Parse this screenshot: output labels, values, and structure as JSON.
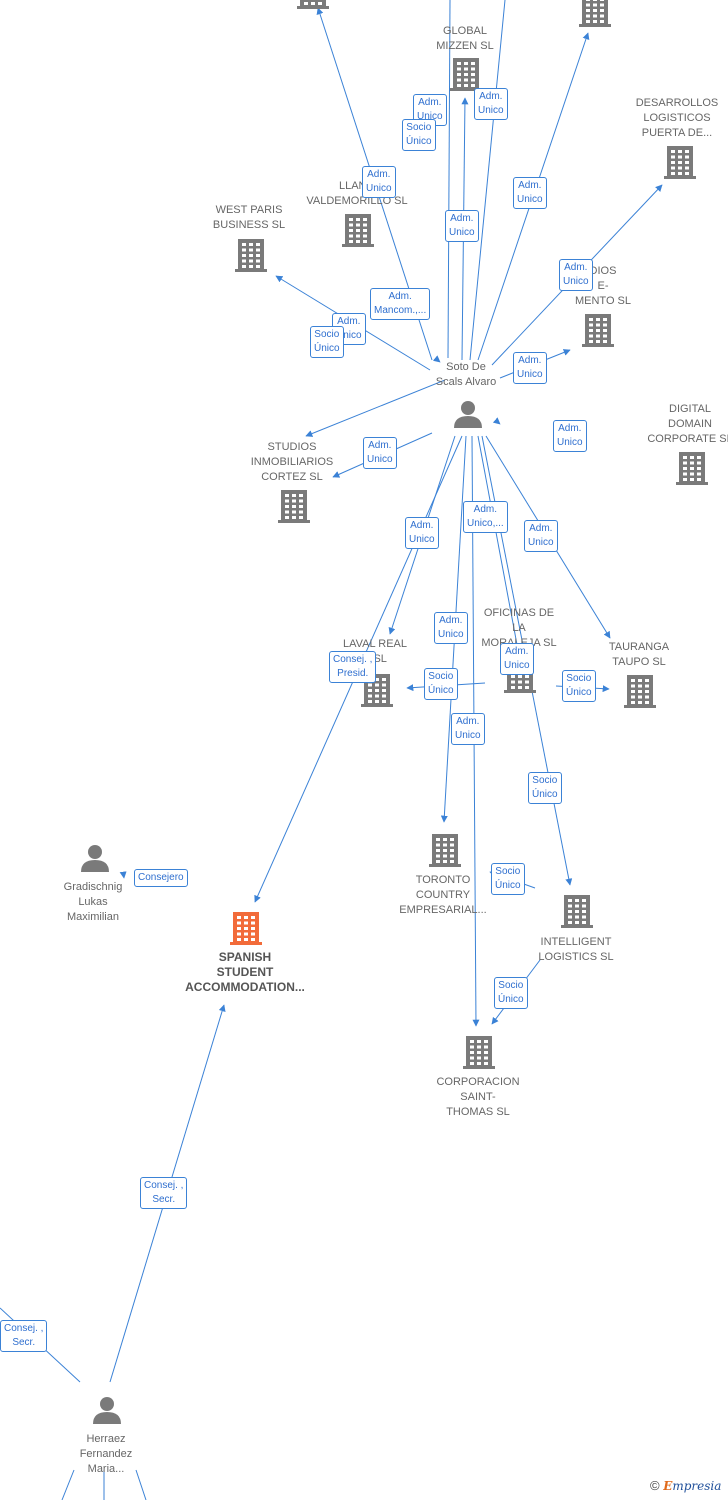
{
  "colors": {
    "edge": "#3b82d6",
    "node": "#7a7a7a",
    "highlight": "#f26b3a"
  },
  "nodes": [
    {
      "id": "soto",
      "type": "person",
      "label": "Soto De\nScals Alvaro"
    },
    {
      "id": "global",
      "type": "company",
      "label": "GLOBAL\nMIZZEN  SL"
    },
    {
      "id": "desarrollos",
      "type": "company",
      "label": "DESARROLLOS\nLOGISTICOS\nPUERTA DE..."
    },
    {
      "id": "llano",
      "type": "company",
      "label": "LLANO\nVALDEMORILLO SL"
    },
    {
      "id": "westparis",
      "type": "company",
      "label": "WEST PARIS\nBUSINESS  SL"
    },
    {
      "id": "estudios",
      "type": "company",
      "label": "DIOS\nE-\nMENTO SL"
    },
    {
      "id": "digital",
      "type": "company",
      "label": "DIGITAL\nDOMAIN\nCORPORATE  SL"
    },
    {
      "id": "studios",
      "type": "company",
      "label": "STUDIOS\nINMOBILIARIOS\nCORTEZ SL"
    },
    {
      "id": "oficinas",
      "type": "company",
      "label": "OFICINAS DE\nLA\nMORALEJA SL"
    },
    {
      "id": "laval",
      "type": "company",
      "label": "LAVAL REAL\nE  SL"
    },
    {
      "id": "tauranga",
      "type": "company",
      "label": "TAURANGA\nTAUPO  SL"
    },
    {
      "id": "gradischnig",
      "type": "person",
      "label": "Gradischnig\nLukas\nMaximilian"
    },
    {
      "id": "spanish",
      "type": "company",
      "main": true,
      "label": "SPANISH\nSTUDENT\nACCOMMODATION..."
    },
    {
      "id": "toronto",
      "type": "company",
      "label": "TORONTO\nCOUNTRY\nEMPRESARIAL..."
    },
    {
      "id": "intelligent",
      "type": "company",
      "label": "INTELLIGENT\nLOGISTICS  SL"
    },
    {
      "id": "corporacion",
      "type": "company",
      "label": "CORPORACION\nSAINT-\nTHOMAS  SL"
    },
    {
      "id": "herraez",
      "type": "person",
      "label": "Herraez\nFernandez\nMaria..."
    },
    {
      "id": "topleft",
      "type": "company",
      "label": ""
    },
    {
      "id": "topright",
      "type": "company",
      "label": ""
    }
  ],
  "edge_labels": [
    "Adm.\nUnico",
    "Adm.\nUnico",
    "Socio\nÚnico",
    "Adm.\nUnico",
    "Adm.\nUnico",
    "Adm.\nUnico",
    "Adm.\nMancom.,...",
    "Adm.\nUnico",
    "Socio\nÚnico",
    "Adm.\nUnico",
    "Adm.\nUnico",
    "Adm.\nUnico",
    "Adm.\nUnico",
    "Adm.\nUnico",
    "Adm.\nUnico,...",
    "Adm.\nUnico",
    "Adm.\nUnico",
    "Consej. ,\nPresid.",
    "Socio\nÚnico",
    "Adm.\nUnico",
    "Socio\nÚnico",
    "Adm.\nUnico",
    "Socio\nÚnico",
    "Consejero",
    "Socio\nÚnico",
    "Socio\nÚnico",
    "Consej. ,\nSecr.",
    "Consej. ,\nSecr."
  ],
  "footer": {
    "copyright": "©",
    "brand_initial": "E",
    "brand_rest": "mpresia"
  }
}
